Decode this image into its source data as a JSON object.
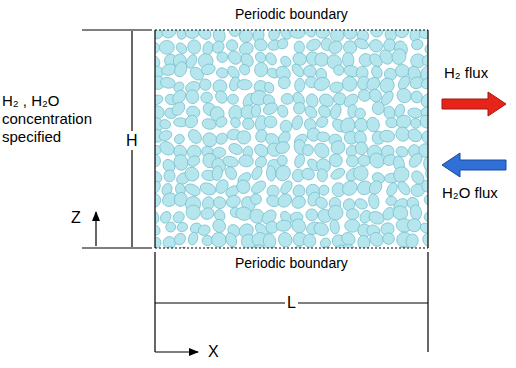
{
  "diagram": {
    "labels": [
      "Periodic boundary",
      "H₂ , H₂O concentration specified",
      "H",
      "Z",
      "H₂ flux",
      "H₂O flux",
      "Periodic boundary",
      "L",
      "X"
    ]
  }
}
